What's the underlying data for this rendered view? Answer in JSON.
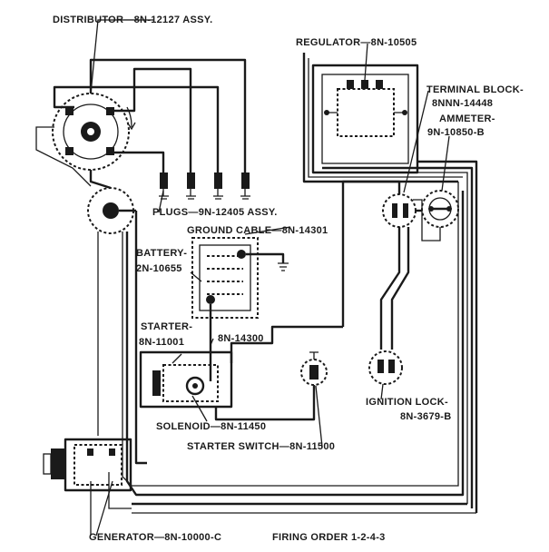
{
  "labels": {
    "distributor": "DISTRIBUTOR—8N-12127 ASSY.",
    "regulator": "REGULATOR—8N-10505",
    "terminal_block_1": "TERMINAL BLOCK-",
    "terminal_block_2": "8NNN-14448",
    "ammeter_1": "AMMETER-",
    "ammeter_2": "9N-10850-B",
    "plugs": "PLUGS—9N-12405 ASSY.",
    "ground_cable": "GROUND CABLE—8N-14301",
    "battery_1": "BATTERY-",
    "battery_2": "2N-10655",
    "starter_1": "STARTER-",
    "starter_2": "8N-11001",
    "cable": "8N-14300",
    "solenoid": "SOLENOID—8N-11450",
    "starter_switch": "STARTER SWITCH—8N-11500",
    "ignition_lock_1": "IGNITION LOCK-",
    "ignition_lock_2": "8N-3679-B",
    "generator": "GENERATOR—8N-10000-C",
    "firing_order": "FIRING ORDER 1-2-4-3"
  },
  "colors": {
    "ink": "#1a1a1a",
    "paper": "#ffffff"
  }
}
